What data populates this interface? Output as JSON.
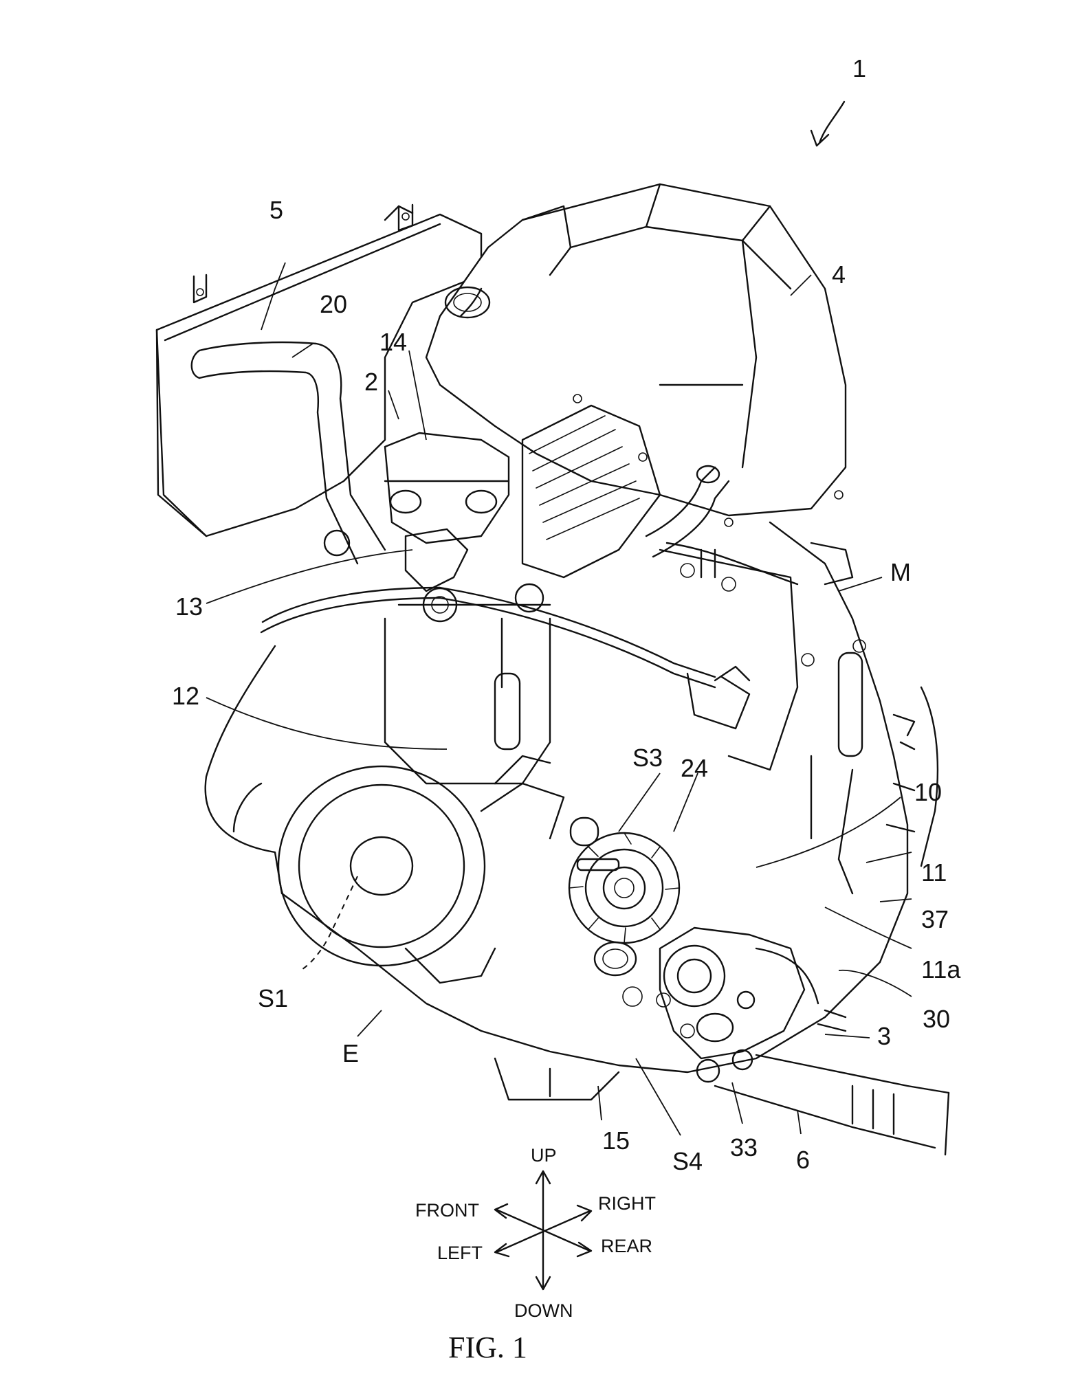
{
  "figure": {
    "caption": "FIG. 1"
  },
  "reference_labels": [
    {
      "id": "1",
      "text": "1"
    },
    {
      "id": "5",
      "text": "5"
    },
    {
      "id": "4",
      "text": "4"
    },
    {
      "id": "20",
      "text": "20"
    },
    {
      "id": "14",
      "text": "14"
    },
    {
      "id": "2",
      "text": "2"
    },
    {
      "id": "13",
      "text": "13"
    },
    {
      "id": "M",
      "text": "M"
    },
    {
      "id": "12",
      "text": "12"
    },
    {
      "id": "S3",
      "text": "S3"
    },
    {
      "id": "24",
      "text": "24"
    },
    {
      "id": "10",
      "text": "10"
    },
    {
      "id": "11",
      "text": "11"
    },
    {
      "id": "37",
      "text": "37"
    },
    {
      "id": "11a",
      "text": "11a"
    },
    {
      "id": "30",
      "text": "30"
    },
    {
      "id": "3",
      "text": "3"
    },
    {
      "id": "S1",
      "text": "S1"
    },
    {
      "id": "E",
      "text": "E"
    },
    {
      "id": "15",
      "text": "15"
    },
    {
      "id": "S4",
      "text": "S4"
    },
    {
      "id": "33",
      "text": "33"
    },
    {
      "id": "6",
      "text": "6"
    }
  ],
  "direction_indicator": {
    "up": "UP",
    "down": "DOWN",
    "front": "FRONT",
    "rear": "REAR",
    "left": "LEFT",
    "right": "RIGHT"
  }
}
